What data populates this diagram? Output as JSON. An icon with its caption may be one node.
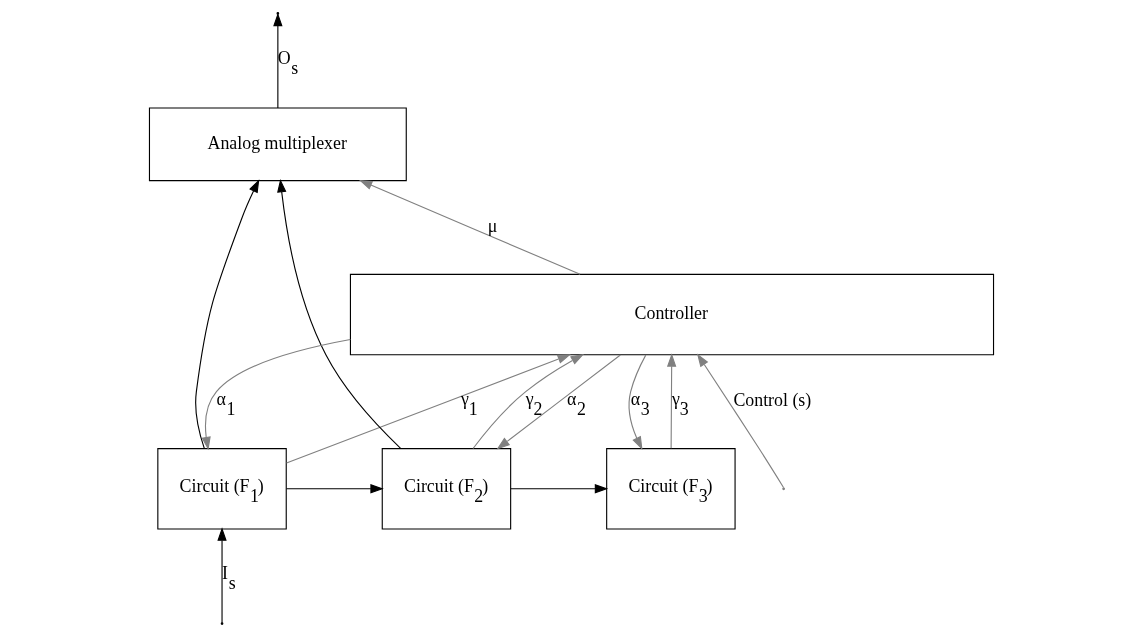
{
  "diagram": {
    "nodes": [
      {
        "text": [
          "Analog multiplexer"
        ]
      },
      {
        "text": [
          "Circuit (F$_{1}$)"
        ]
      },
      {
        "text": [
          "Circuit (F$_{2}$)"
        ]
      },
      {
        "text": [
          "Circuit (F$_{3}$)"
        ]
      },
      {
        "text": [
          "Controller"
        ]
      }
    ],
    "edges": [
      {
        "from": null,
        "to": 1,
        "arrow": "to",
        "label": "I$_{s}$",
        "color": "#000000"
      },
      {
        "from": 1,
        "to": 2,
        "arrow": "to",
        "color": "#000000"
      },
      {
        "from": 2,
        "to": 3,
        "arrow": "to",
        "color": "#000000"
      },
      {
        "from": 1,
        "to": 0,
        "arrow": "to",
        "color": "#000000"
      },
      {
        "from": 2,
        "to": 0,
        "arrow": "to",
        "color": "#000000"
      },
      {
        "from": 0,
        "to": null,
        "arrow": "to",
        "label": "O$_{s}$",
        "color": "#000000"
      },
      {
        "from": 4,
        "to": 0,
        "arrow": "to",
        "label": "μ"
      },
      {
        "from": 4,
        "to": 1,
        "arrow": "to",
        "label": "α$_{1}$"
      },
      {
        "from": 1,
        "to": 4,
        "arrow": "to",
        "label": "γ$_{1}$"
      },
      {
        "from": 4,
        "to": 2,
        "arrow": "to",
        "label": "α$_{2}$"
      },
      {
        "from": 2,
        "to": 4,
        "arrow": "to",
        "label": "γ$_{2}$"
      },
      {
        "from": 4,
        "to": 3,
        "arrow": "to",
        "label": "α$_{3}$"
      },
      {
        "from": 3,
        "to": 4,
        "arrow": "to",
        "label": "γ$_{3}$"
      },
      {
        "from": null,
        "to": 4,
        "arrow": "to",
        "label": "Control (s)"
      }
    ]
  }
}
